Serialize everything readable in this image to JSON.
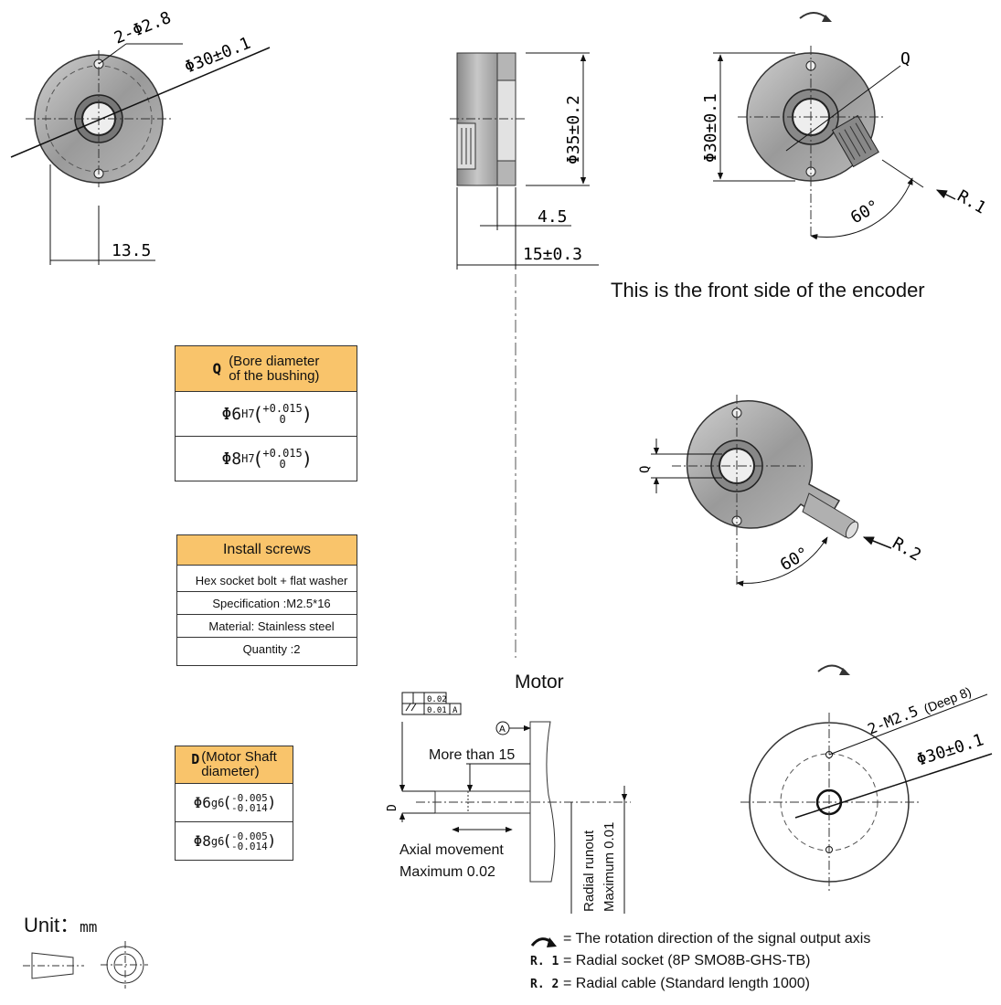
{
  "front_view": {
    "hole_callout": "2-Φ2.8",
    "diameter_callout": "Φ30±0.1",
    "offset_dim": "13.5"
  },
  "side_view": {
    "diameter_dim": "Φ35±0.2",
    "depth_dim": "4.5",
    "length_dim": "15±0.3"
  },
  "r1_view": {
    "diameter_dim": "Φ30±0.1",
    "bore_label": "Q",
    "angle": "60°",
    "socket_label": "R.1"
  },
  "front_caption": "This is the front side of the encoder",
  "r2_view": {
    "bore_label": "Q",
    "angle": "60°",
    "cable_label": "R.2"
  },
  "back_view": {
    "thread_callout": "2-M2.5",
    "thread_note": "(Deep 8)",
    "diameter_callout": "Φ30±0.1"
  },
  "q_table": {
    "symbol": "Q",
    "title_line1": "(Bore diameter",
    "title_line2": "of the bushing)",
    "rows": [
      {
        "base": "Φ6",
        "fit": "H7",
        "upper": "+0.015",
        "lower": "0"
      },
      {
        "base": "Φ8",
        "fit": "H7",
        "upper": "+0.015",
        "lower": "0"
      }
    ]
  },
  "screws_table": {
    "title": "Install screws",
    "rows": [
      "Hex socket bolt + flat washer",
      "Specification :M2.5*16",
      "Material: Stainless steel",
      "Quantity :2"
    ]
  },
  "d_table": {
    "symbol": "D",
    "title_line1": "(Motor Shaft",
    "title_line2": "diameter)",
    "rows": [
      {
        "base": "Φ6",
        "fit": "g6",
        "upper": "-0.005",
        "lower": "-0.014"
      },
      {
        "base": "Φ8",
        "fit": "g6",
        "upper": "-0.005",
        "lower": "-0.014"
      }
    ]
  },
  "motor_diagram": {
    "title": "Motor",
    "tolerance_top": "0.02",
    "tolerance_bottom": "0.01",
    "datum": "A",
    "shaft_label": "D",
    "length_note": "More than 15",
    "axial_line1": "Axial movement",
    "axial_line2": "Maximum 0.02",
    "radial_line1": "Radial runout",
    "radial_line2": "Maximum 0.01"
  },
  "unit": {
    "label": "Unit：",
    "value": "mm"
  },
  "legend": {
    "items": [
      {
        "key": "",
        "text": "= The rotation direction of the signal output axis"
      },
      {
        "key": "R. 1",
        "text": "= Radial socket (8P SMO8B-GHS-TB)"
      },
      {
        "key": "R. 2",
        "text": "= Radial cable (Standard length 1000)"
      }
    ]
  }
}
